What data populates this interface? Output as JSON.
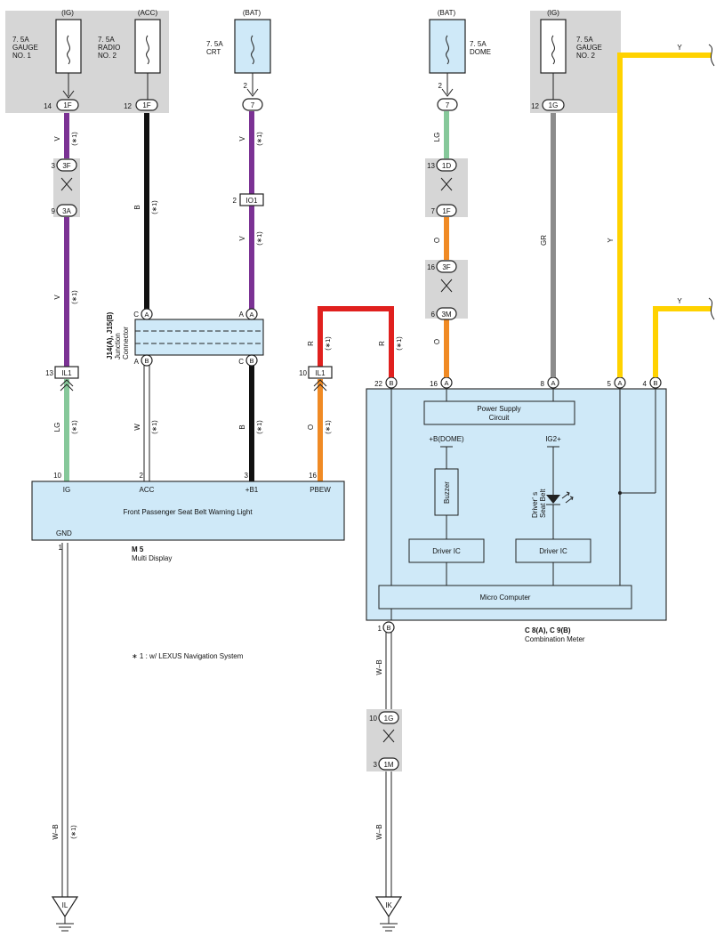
{
  "fuses": [
    {
      "id": "gauge1",
      "source": "(IG)",
      "rating": "7. 5A",
      "lines": [
        "GAUGE",
        "NO. 1"
      ],
      "pin": "14",
      "connector": "1F"
    },
    {
      "id": "radio2",
      "source": "(ACC)",
      "rating": "7. 5A",
      "lines": [
        "RADIO",
        "NO. 2"
      ],
      "pin": "12",
      "connector": "1F"
    },
    {
      "id": "crt",
      "source": "(BAT)",
      "rating": "7. 5A",
      "lines": [
        "CRT"
      ],
      "pin": "2",
      "connector": "7"
    },
    {
      "id": "dome",
      "source": "(BAT)",
      "rating": "7. 5A",
      "lines": [
        "DOME"
      ],
      "pin": "2",
      "connector": "7"
    },
    {
      "id": "gauge2",
      "source": "(IG)",
      "rating": "7. 5A",
      "lines": [
        "GAUGE",
        "NO. 2"
      ],
      "pin": "12",
      "connector": "1G"
    }
  ],
  "wire_colors": {
    "V": "#7b3294",
    "B": "#111111",
    "LG": "#86c89a",
    "W": "#ffffff",
    "O": "#f08a24",
    "R": "#e0201e",
    "GR": "#8c8c8c",
    "Y": "#ffd200",
    "WB": "#ffffff"
  },
  "wire_labels": {
    "v": "V",
    "b": "B",
    "lg": "LG",
    "w": "W",
    "o": "O",
    "r": "R",
    "gr": "GR",
    "y": "Y",
    "wb": "W–B",
    "note": "(∗1)"
  },
  "inline_connectors": {
    "c3f": {
      "pin": "3",
      "id": "3F"
    },
    "c3a": {
      "pin": "9",
      "id": "3A"
    },
    "io1": {
      "pin": "2",
      "id": "IO1"
    },
    "il1a": {
      "pin": "13",
      "id": "IL1"
    },
    "il1b": {
      "pin": "10",
      "id": "IL1"
    },
    "c1d": {
      "pin": "13",
      "id": "1D"
    },
    "c1f": {
      "pin": "7",
      "id": "1F"
    },
    "c3f2": {
      "pin": "16",
      "id": "3F"
    },
    "c3m": {
      "pin": "6",
      "id": "3M"
    },
    "c1g": {
      "pin": "10",
      "id": "1G"
    },
    "c1m": {
      "pin": "3",
      "id": "1M"
    }
  },
  "junction": {
    "title": "J14(A), J15(B)",
    "subtitle_1": "Junction",
    "subtitle_2": "Connector",
    "top_left_pin": "C",
    "top_left_conn": "A",
    "top_right_pin": "A",
    "top_right_conn": "A",
    "bot_left_pin": "A",
    "bot_left_conn": "B",
    "bot_right_pin": "C",
    "bot_right_conn": "B"
  },
  "multi_display": {
    "ref": "M 5",
    "name": "Multi Display",
    "label": "Front Passenger Seat Belt Warning Light",
    "terminals": [
      {
        "pin": "10",
        "name": "IG"
      },
      {
        "pin": "2",
        "name": "ACC"
      },
      {
        "pin": "3",
        "name": "+B1"
      },
      {
        "pin": "16",
        "name": "PBEW"
      }
    ],
    "ground_name": "GND",
    "ground_pin": "1"
  },
  "combination_meter": {
    "ref": "C 8(A), C 9(B)",
    "name": "Combination Meter",
    "pins_top": [
      {
        "pin": "22",
        "conn": "B"
      },
      {
        "pin": "16",
        "conn": "A"
      },
      {
        "pin": "8",
        "conn": "A"
      },
      {
        "pin": "5",
        "conn": "A"
      },
      {
        "pin": "4",
        "conn": "B"
      }
    ],
    "power_supply_1": "Power Supply",
    "power_supply_2": "Circuit",
    "plus_b": "+B(DOME)",
    "ig2": "IG2+",
    "buzzer": "Buzzer",
    "driver_ic": "Driver IC",
    "lamp_1": "Driver' s",
    "lamp_2": "Seat Belt",
    "micro": "Micro Computer",
    "ground_pin": "1",
    "ground_conn": "B"
  },
  "grounds": {
    "left": "IL",
    "right": "IK"
  },
  "footnote": "∗ 1 : w/ LEXUS Navigation System"
}
